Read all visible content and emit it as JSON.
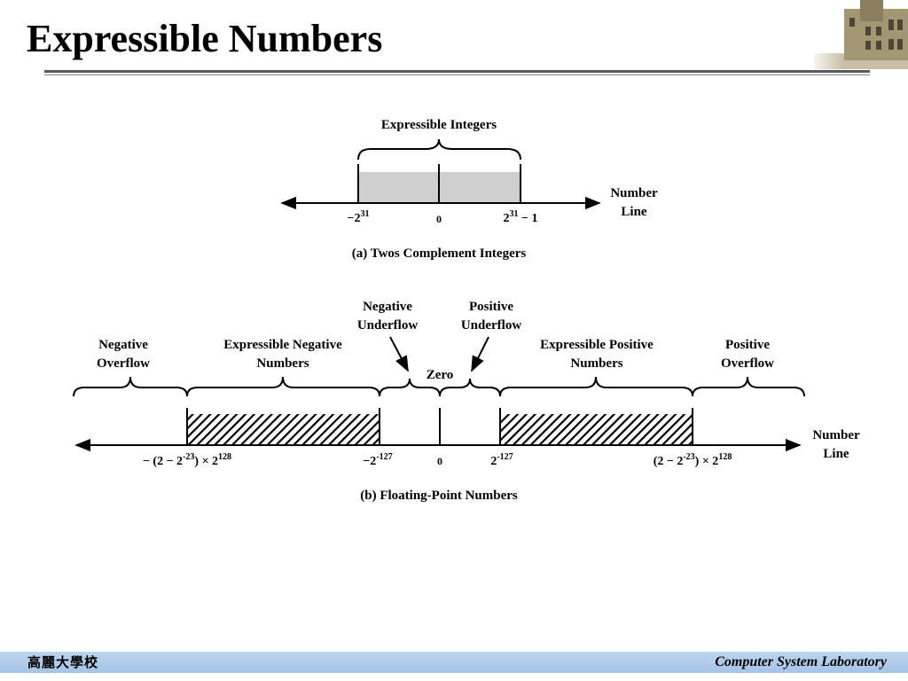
{
  "slide": {
    "title": "Expressible Numbers"
  },
  "diagram_a": {
    "brace_label": "Expressible Integers",
    "tick_min_base": "−2",
    "tick_min_exp": "31",
    "tick_zero": "0",
    "tick_max_base": "2",
    "tick_max_exp": "31",
    "tick_max_tail": " − 1",
    "axis_label_1": "Number",
    "axis_label_2": "Line",
    "caption": "(a) Twos Complement Integers"
  },
  "diagram_b": {
    "neg_overflow_1": "Negative",
    "neg_overflow_2": "Overflow",
    "expr_neg_1": "Expressible Negative",
    "expr_neg_2": "Numbers",
    "neg_underflow_1": "Negative",
    "neg_underflow_2": "Underflow",
    "zero_label": "Zero",
    "pos_underflow_1": "Positive",
    "pos_underflow_2": "Underflow",
    "expr_pos_1": "Expressible Positive",
    "expr_pos_2": "Numbers",
    "pos_overflow_1": "Positive",
    "pos_overflow_2": "Overflow",
    "t1_a": "− (2 − 2",
    "t1_e1": "-23",
    "t1_b": ") × 2",
    "t1_e2": "128",
    "t2_a": "−2",
    "t2_e": "-127",
    "t3": "0",
    "t4_a": "2",
    "t4_e": "-127",
    "t5_a": "(2 − 2",
    "t5_e1": "-23",
    "t5_b": ") × 2",
    "t5_e2": "128",
    "axis_label_1": "Number",
    "axis_label_2": "Line",
    "caption": "(b) Floating-Point Numbers"
  },
  "footer": {
    "left": "高麗大學校",
    "right": "Computer System Laboratory"
  }
}
